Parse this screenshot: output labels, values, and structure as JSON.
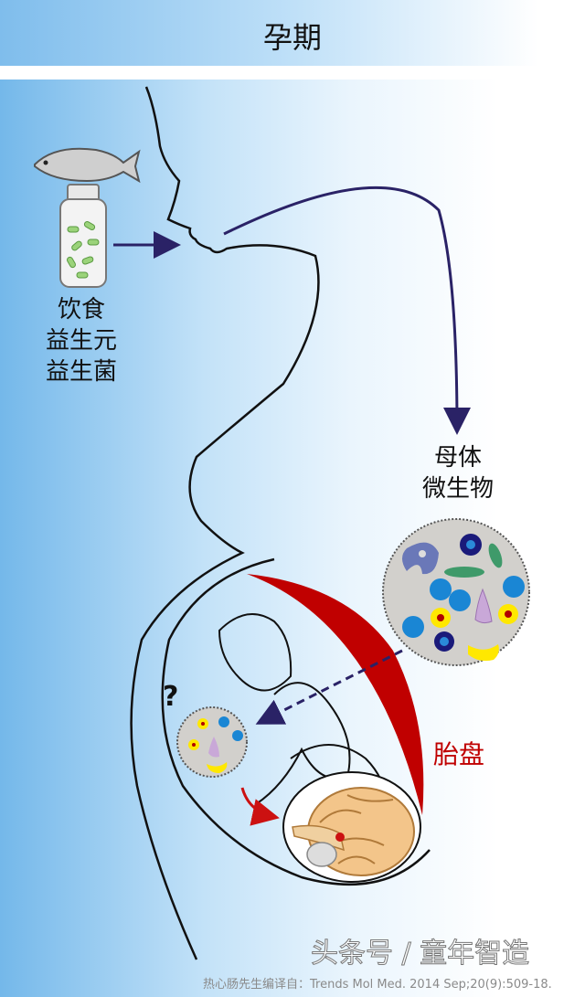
{
  "header": {
    "title": "孕期"
  },
  "labels": {
    "diet": [
      "饮食",
      "益生元",
      "益生菌"
    ],
    "maternal_microbes": [
      "母体",
      "微生物"
    ],
    "placenta": "胎盘",
    "question": "?"
  },
  "caption": "热心肠先生编译自：Trends Mol Med. 2014 Sep;20(9):509-18.",
  "watermark": "头条号 / 童年智造",
  "icons": [
    "fish-icon",
    "probiotic-bottle-icon",
    "microbe-circle-icon",
    "brain-icon"
  ],
  "colors": {
    "placenta": "#c00000",
    "arrow": "#2a2266",
    "fetal_arrow": "#cc1111",
    "background": "#74b8ea"
  }
}
